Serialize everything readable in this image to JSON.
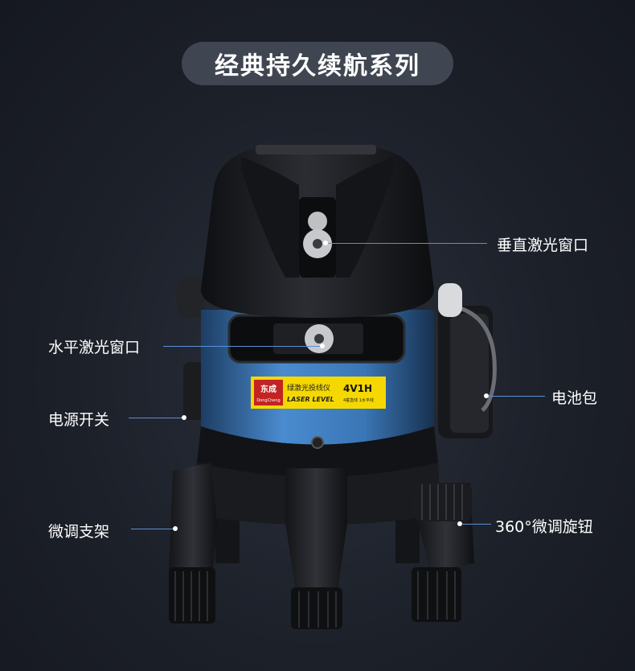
{
  "title": "经典持久续航系列",
  "callouts": {
    "vertical_window": "垂直激光窗口",
    "horizontal_window": "水平激光窗口",
    "power_switch": "电源开关",
    "battery_pack": "电池包",
    "fine_tune_stand": "微调支架",
    "knob": "360°微调旋钮"
  },
  "product_label": {
    "brand": "东成",
    "brand_en": "DongCheng",
    "name_cn": "绿激光投线仪",
    "name_en": "LASER LEVEL",
    "model": "4V1H",
    "lines": "4垂直线 1水平线"
  },
  "colors": {
    "background": "#1c2029",
    "pill": "#404651",
    "callout_line": "#5a8fd6",
    "body_blue": "#3f7fc0",
    "label_yellow": "#f5d800"
  }
}
